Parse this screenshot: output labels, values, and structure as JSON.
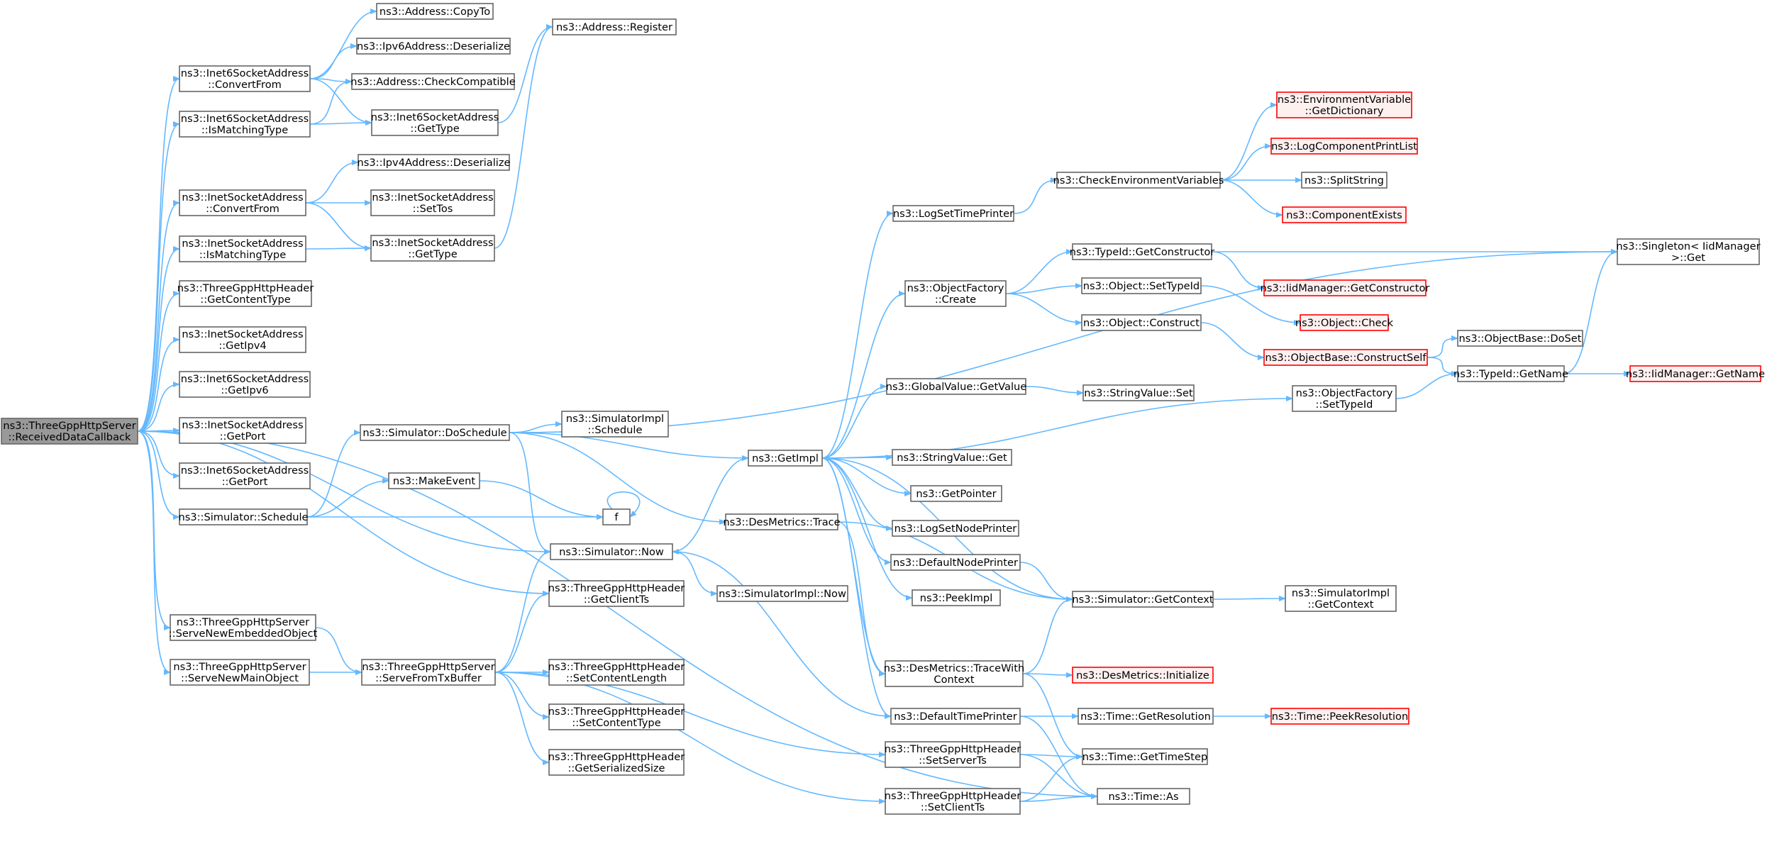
{
  "colors": {
    "edge": "#63b8ff",
    "node_border": "#666666",
    "highlight_border": "#ff0000",
    "root_fill": "#999999"
  },
  "nodes": {
    "root": {
      "lines": [
        "ns3::ThreeGppHttpServer",
        "::ReceivedDataCallback"
      ],
      "style": "root"
    },
    "i6ConvertFrom": {
      "lines": [
        "ns3::Inet6SocketAddress",
        "::ConvertFrom"
      ]
    },
    "i6IsMatching": {
      "lines": [
        "ns3::Inet6SocketAddress",
        "::IsMatchingType"
      ]
    },
    "iConvertFrom": {
      "lines": [
        "ns3::InetSocketAddress",
        "::ConvertFrom"
      ]
    },
    "iIsMatching": {
      "lines": [
        "ns3::InetSocketAddress",
        "::IsMatchingType"
      ]
    },
    "hGetContentType": {
      "lines": [
        "ns3::ThreeGppHttpHeader",
        "::GetContentType"
      ]
    },
    "iGetIpv4": {
      "lines": [
        "ns3::InetSocketAddress",
        "::GetIpv4"
      ]
    },
    "i6GetIpv6": {
      "lines": [
        "ns3::Inet6SocketAddress",
        "::GetIpv6"
      ]
    },
    "iGetPort": {
      "lines": [
        "ns3::InetSocketAddress",
        "::GetPort"
      ]
    },
    "i6GetPort": {
      "lines": [
        "ns3::Inet6SocketAddress",
        "::GetPort"
      ]
    },
    "simSchedule": {
      "lines": [
        "ns3::Simulator::Schedule"
      ]
    },
    "serveEmbedded": {
      "lines": [
        "ns3::ThreeGppHttpServer",
        "::ServeNewEmbeddedObject"
      ]
    },
    "serveMain": {
      "lines": [
        "ns3::ThreeGppHttpServer",
        "::ServeNewMainObject"
      ]
    },
    "addrCopyTo": {
      "lines": [
        "ns3::Address::CopyTo"
      ]
    },
    "ipv6Deserialize": {
      "lines": [
        "ns3::Ipv6Address::Deserialize"
      ]
    },
    "addrCheckCompat": {
      "lines": [
        "ns3::Address::CheckCompatible"
      ]
    },
    "i6GetType": {
      "lines": [
        "ns3::Inet6SocketAddress",
        "::GetType"
      ]
    },
    "ipv4Deserialize": {
      "lines": [
        "ns3::Ipv4Address::Deserialize"
      ]
    },
    "iSetTos": {
      "lines": [
        "ns3::InetSocketAddress",
        "::SetTos"
      ]
    },
    "iGetType": {
      "lines": [
        "ns3::InetSocketAddress",
        "::GetType"
      ]
    },
    "simDoSchedule": {
      "lines": [
        "ns3::Simulator::DoSchedule"
      ]
    },
    "makeEvent": {
      "lines": [
        "ns3::MakeEvent"
      ]
    },
    "f": {
      "lines": [
        "f"
      ]
    },
    "simNow": {
      "lines": [
        "ns3::Simulator::Now"
      ]
    },
    "serveFromTx": {
      "lines": [
        "ns3::ThreeGppHttpServer",
        "::ServeFromTxBuffer"
      ]
    },
    "addrRegister": {
      "lines": [
        "ns3::Address::Register"
      ]
    },
    "simImplSchedule": {
      "lines": [
        "ns3::SimulatorImpl",
        "::Schedule"
      ]
    },
    "hGetClientTs": {
      "lines": [
        "ns3::ThreeGppHttpHeader",
        "::GetClientTs"
      ]
    },
    "simImplNow": {
      "lines": [
        "ns3::SimulatorImpl::Now"
      ]
    },
    "hSetContentLength": {
      "lines": [
        "ns3::ThreeGppHttpHeader",
        "::SetContentLength"
      ]
    },
    "hSetContentType": {
      "lines": [
        "ns3::ThreeGppHttpHeader",
        "::SetContentType"
      ]
    },
    "hGetSerializedSize": {
      "lines": [
        "ns3::ThreeGppHttpHeader",
        "::GetSerializedSize"
      ]
    },
    "getImpl": {
      "lines": [
        "ns3::GetImpl"
      ]
    },
    "desTrace": {
      "lines": [
        "ns3::DesMetrics::Trace"
      ]
    },
    "logSetTimePrinter": {
      "lines": [
        "ns3::LogSetTimePrinter"
      ]
    },
    "objFactoryCreate": {
      "lines": [
        "ns3::ObjectFactory",
        "::Create"
      ]
    },
    "gvGetValue": {
      "lines": [
        "ns3::GlobalValue::GetValue"
      ]
    },
    "svGet": {
      "lines": [
        "ns3::StringValue::Get"
      ]
    },
    "getPointer": {
      "lines": [
        "ns3::GetPointer"
      ]
    },
    "logSetNodePrinter": {
      "lines": [
        "ns3::LogSetNodePrinter"
      ]
    },
    "defaultNodePrinter": {
      "lines": [
        "ns3::DefaultNodePrinter"
      ]
    },
    "peekImpl": {
      "lines": [
        "ns3::PeekImpl"
      ]
    },
    "desTraceWith": {
      "lines": [
        "ns3::DesMetrics::TraceWith",
        "Context"
      ]
    },
    "defaultTimePrinter": {
      "lines": [
        "ns3::DefaultTimePrinter"
      ]
    },
    "hSetServerTs": {
      "lines": [
        "ns3::ThreeGppHttpHeader",
        "::SetServerTs"
      ]
    },
    "hSetClientTs": {
      "lines": [
        "ns3::ThreeGppHttpHeader",
        "::SetClientTs"
      ]
    },
    "checkEnvVars": {
      "lines": [
        "ns3::CheckEnvironmentVariables"
      ]
    },
    "typeIdGetCtor": {
      "lines": [
        "ns3::TypeId::GetConstructor"
      ]
    },
    "objSetTypeId": {
      "lines": [
        "ns3::Object::SetTypeId"
      ]
    },
    "objConstruct": {
      "lines": [
        "ns3::Object::Construct"
      ]
    },
    "svSet": {
      "lines": [
        "ns3::StringValue::Set"
      ]
    },
    "simGetContext": {
      "lines": [
        "ns3::Simulator::GetContext"
      ]
    },
    "desInitialize": {
      "lines": [
        "ns3::DesMetrics::Initialize"
      ],
      "style": "red"
    },
    "timeGetResolution": {
      "lines": [
        "ns3::Time::GetResolution"
      ]
    },
    "timeGetTimeStep": {
      "lines": [
        "ns3::Time::GetTimeStep"
      ]
    },
    "timeAs": {
      "lines": [
        "ns3::Time::As"
      ]
    },
    "envGetDict": {
      "lines": [
        "ns3::EnvironmentVariable",
        "::GetDictionary"
      ],
      "style": "red"
    },
    "logCompPrintList": {
      "lines": [
        "ns3::LogComponentPrintList"
      ],
      "style": "red"
    },
    "splitString": {
      "lines": [
        "ns3::SplitString"
      ]
    },
    "compExists": {
      "lines": [
        "ns3::ComponentExists"
      ],
      "style": "red"
    },
    "iidGetCtor": {
      "lines": [
        "ns3::IidManager::GetConstructor"
      ],
      "style": "red"
    },
    "objCheck": {
      "lines": [
        "ns3::Object::Check"
      ],
      "style": "red"
    },
    "objBaseCtorSelf": {
      "lines": [
        "ns3::ObjectBase::ConstructSelf"
      ],
      "style": "red"
    },
    "objFactorySetTypeId": {
      "lines": [
        "ns3::ObjectFactory",
        "::SetTypeId"
      ]
    },
    "simImplGetContext": {
      "lines": [
        "ns3::SimulatorImpl",
        "::GetContext"
      ]
    },
    "timePeekResolution": {
      "lines": [
        "ns3::Time::PeekResolution"
      ],
      "style": "red"
    },
    "objBaseDoSet": {
      "lines": [
        "ns3::ObjectBase::DoSet"
      ]
    },
    "typeIdGetName": {
      "lines": [
        "ns3::TypeId::GetName"
      ]
    },
    "singletonGet": {
      "lines": [
        "ns3::Singleton< IidManager",
        ">::Get"
      ]
    },
    "iidGetName": {
      "lines": [
        "ns3::IidManager::GetName"
      ],
      "style": "red"
    }
  }
}
